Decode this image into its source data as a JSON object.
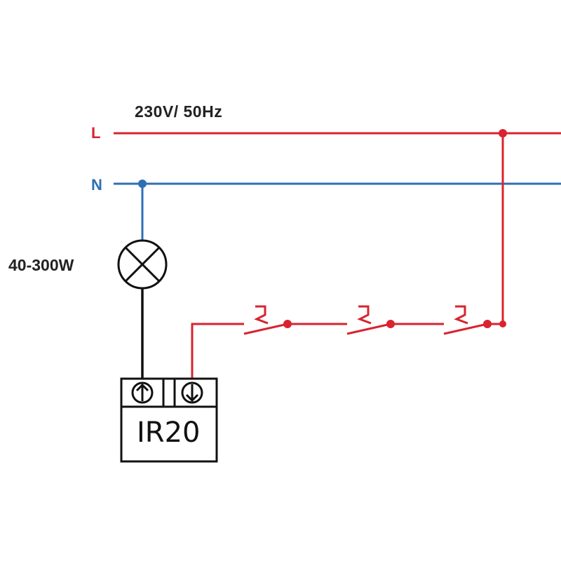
{
  "diagram": {
    "supply_label": "230V/ 50Hz",
    "live_label": "L",
    "neutral_label": "N",
    "lamp_power_label": "40-300W",
    "device_label": "IR20",
    "switch_count": 3
  },
  "colors": {
    "live": "#d9232f",
    "neutral": "#2f6fb4",
    "load": "#111111",
    "text": "#222222"
  },
  "icons": {
    "lamp": "lamp-cross-circle-icon",
    "terminal_out": "terminal-arrow-up-icon",
    "terminal_in": "terminal-arrow-down-icon",
    "switch": "pushbutton-switch-icon"
  }
}
